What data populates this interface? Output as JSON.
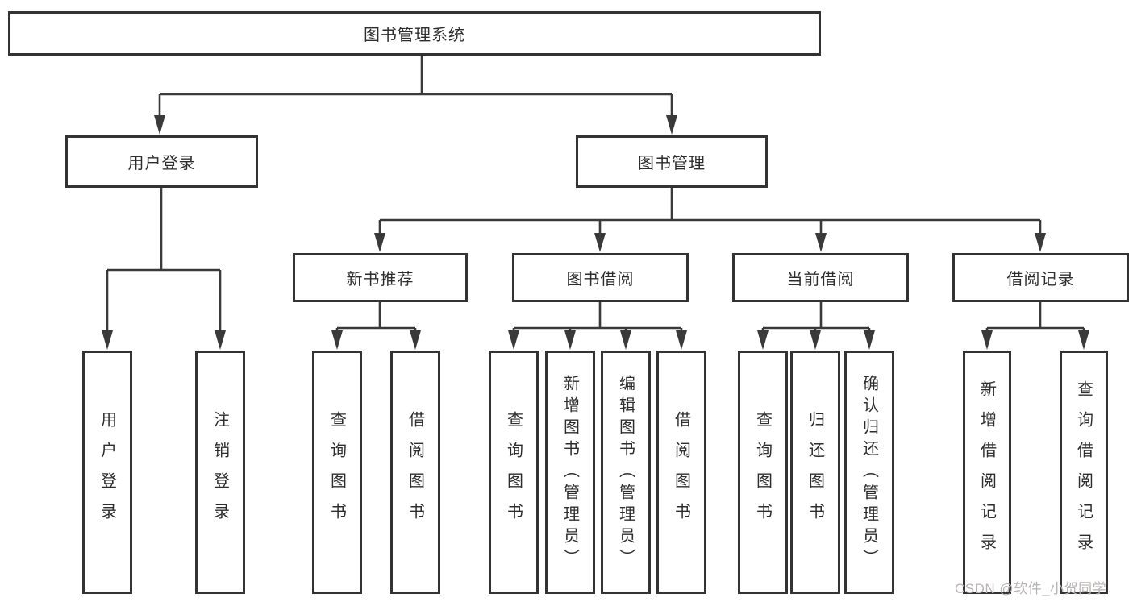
{
  "diagram": {
    "root": {
      "label": "图书管理系统"
    },
    "level2": [
      {
        "label": "用户登录"
      },
      {
        "label": "图书管理"
      }
    ],
    "level3": [
      {
        "label": "新书推荐"
      },
      {
        "label": "图书借阅"
      },
      {
        "label": "当前借阅"
      },
      {
        "label": "借阅记录"
      }
    ],
    "leaves": {
      "user_login": [
        "用户登录",
        "注销登录"
      ],
      "new_book_recommend": [
        "查询图书",
        "借阅图书"
      ],
      "book_borrow": [
        "查询图书",
        "新增图书（管理员）",
        "编辑图书（管理员）",
        "借阅图书"
      ],
      "current_borrow": [
        "查询图书",
        "归还图书",
        "确认归还（管理员）"
      ],
      "borrow_records": [
        "新增借阅记录",
        "查询借阅记录"
      ]
    }
  },
  "watermark": "CSDN @软件_小贺同学",
  "colors": {
    "line": "#3a3a3a",
    "border": "#333333",
    "text": "#2d2d2d",
    "watermark": "#b8b3b3",
    "background": "#ffffff"
  }
}
